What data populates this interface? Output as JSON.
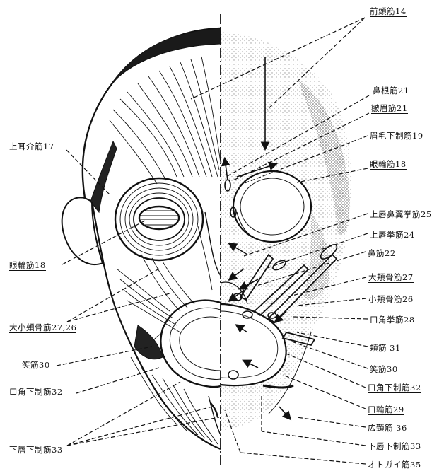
{
  "labels": {
    "zenkan": "前頭筋14",
    "bikon": "鼻根筋21",
    "sukubi": "皺眉筋21",
    "bimou": "眉毛下制筋19",
    "ganrin_r": "眼輪筋18",
    "joushin_biyoku": "上唇鼻翼挙筋25",
    "joushin_kyo": "上唇挙筋24",
    "bikin": "鼻筋22",
    "daikyo": "大頬骨筋27",
    "shokyo": "小頬骨筋26",
    "koukaku_kyo": "口角挙筋28",
    "kyokin": "頬筋 31",
    "shokin_r": "笑筋30",
    "koukaku_ka_r": "口角下制筋32",
    "kourin": "口輪筋29",
    "kouken": "広頚筋 36",
    "kashin_ka_r": "下唇下制筋33",
    "otogai": "オトガイ筋35",
    "jouji": "上耳介筋17",
    "ganrin_l": "眼輪筋18",
    "daishokyo": "大小頬骨筋27,26",
    "shokin_l": "笑筋30",
    "koukaku_ka_l": "口角下制筋32",
    "kashin_ka_l": "下唇下制筋33"
  },
  "colors": {
    "ink": "#111111",
    "stipple": "#6a6a6a"
  }
}
